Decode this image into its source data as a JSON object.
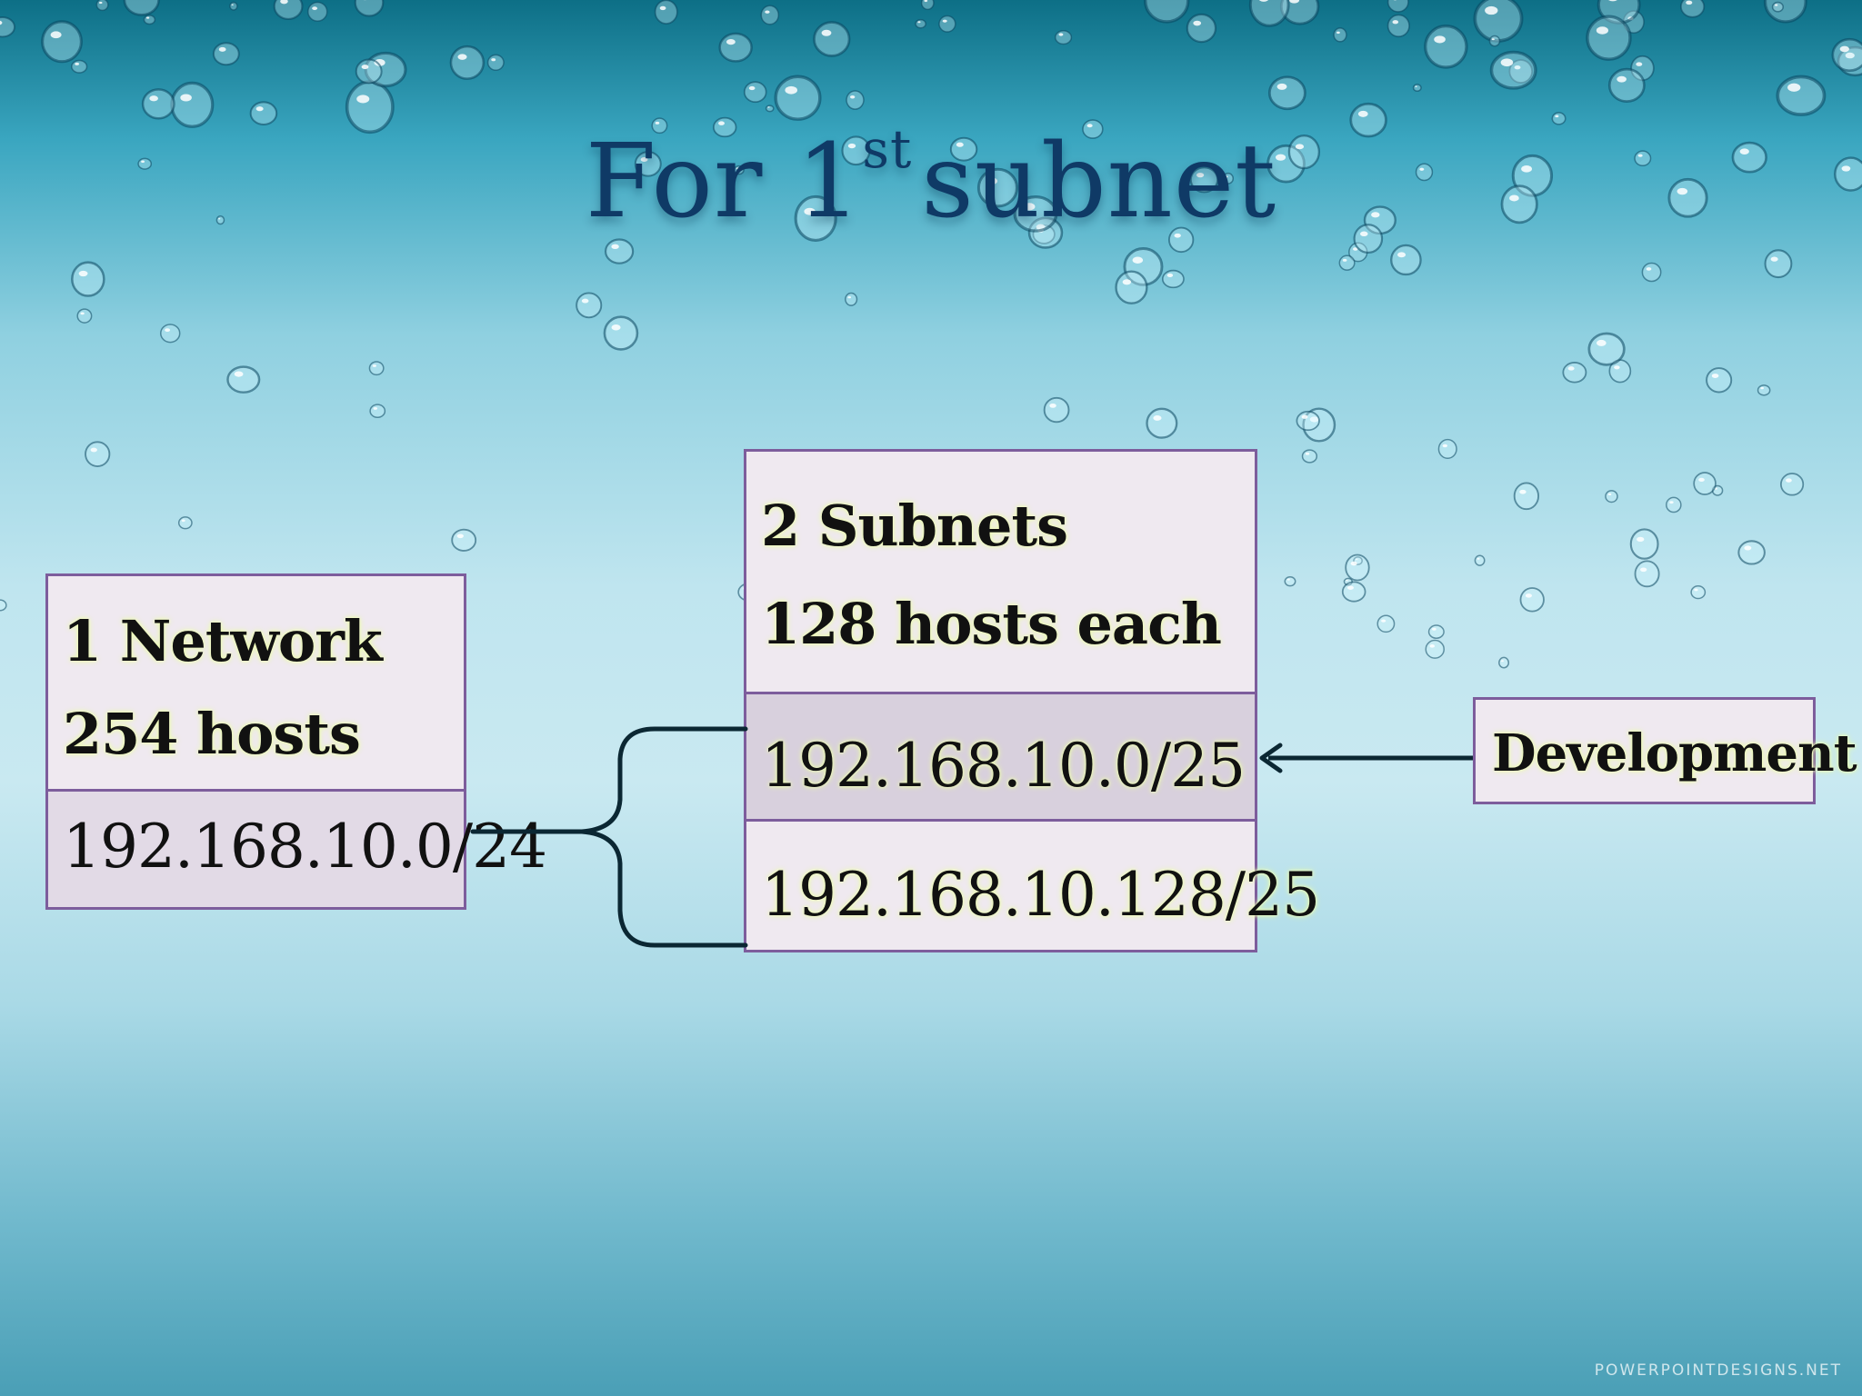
{
  "slide": {
    "title_main": "For 1",
    "title_sup": "st",
    "title_tail": "subnet"
  },
  "network_box": {
    "line1": "1 Network",
    "line2": "254 hosts",
    "address": "192.168.10.0/24"
  },
  "subnets_box": {
    "line1": "2 Subnets",
    "line2": "128 hosts each",
    "subnet_a": "192.168.10.0/25",
    "subnet_b": "192.168.10.128/25"
  },
  "label_box": {
    "text": "Development"
  },
  "footer": {
    "text": "POWERPOINTDESIGNS.NET"
  },
  "colors": {
    "title": "#0f3a66",
    "box_border": "#7d5d9c",
    "connector": "#0b2733"
  }
}
